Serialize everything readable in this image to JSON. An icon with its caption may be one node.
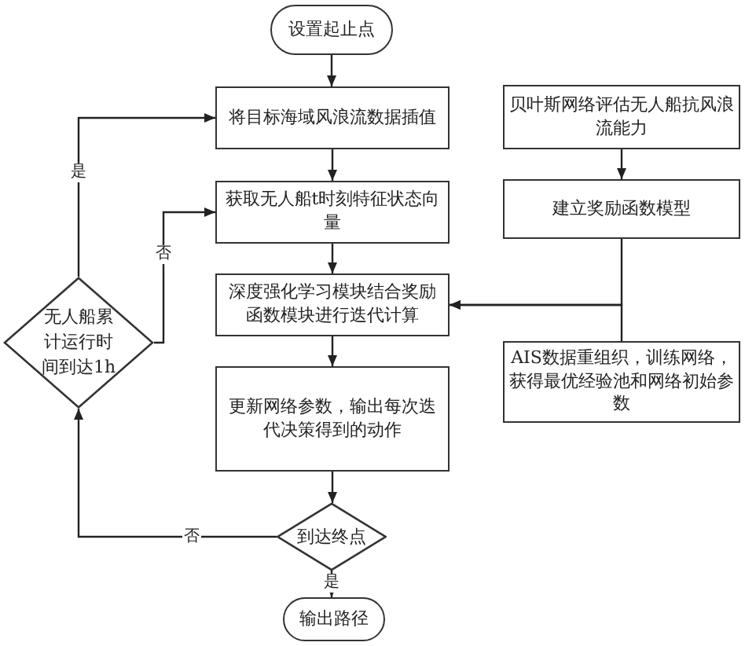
{
  "diagram": {
    "nodes": [
      {
        "text": [
          "设置起止点"
        ]
      },
      {
        "text": [
          "将目标海域风浪流数据插值"
        ]
      },
      {
        "text": [
          "获取无人船t时刻特征状态向量"
        ]
      },
      {
        "text": [
          "深度强化学习模块结合奖励函数模块进行迭代计算"
        ]
      },
      {
        "text": [
          "更新网络参数，输出每次迭代决策得到的动作"
        ]
      },
      {
        "text": [
          "到达终点"
        ]
      },
      {
        "text": [
          "输出路径"
        ]
      },
      {
        "text": [
          "无人船累计运行时间到达1h"
        ]
      },
      {
        "text": [
          "贝叶斯网络评估无人船抗风浪流能力"
        ]
      },
      {
        "text": [
          "建立奖励函数模型"
        ]
      },
      {
        "text": [
          "AIS数据重组织，训练网络，获得最优经验池和网络初始参数"
        ]
      }
    ],
    "edges": [
      {
        "from": 0,
        "to": 1,
        "arrow": "to"
      },
      {
        "from": 1,
        "to": 2,
        "arrow": "to"
      },
      {
        "from": 2,
        "to": 3,
        "arrow": "to"
      },
      {
        "from": 3,
        "to": 4,
        "arrow": "to"
      },
      {
        "from": 4,
        "to": 5,
        "arrow": "to"
      },
      {
        "from": 5,
        "to": 6,
        "arrow": "to",
        "label": "是"
      },
      {
        "from": 5,
        "to": 7,
        "arrow": "to",
        "label": "否"
      },
      {
        "from": 7,
        "to": 1,
        "arrow": "to",
        "label": "是"
      },
      {
        "from": 7,
        "to": 2,
        "arrow": "to",
        "label": "否"
      },
      {
        "from": 8,
        "to": 9,
        "arrow": "to"
      },
      {
        "from": 9,
        "to": 3,
        "arrow": "to"
      },
      {
        "from": 10,
        "to": 3,
        "arrow": "to"
      }
    ]
  }
}
